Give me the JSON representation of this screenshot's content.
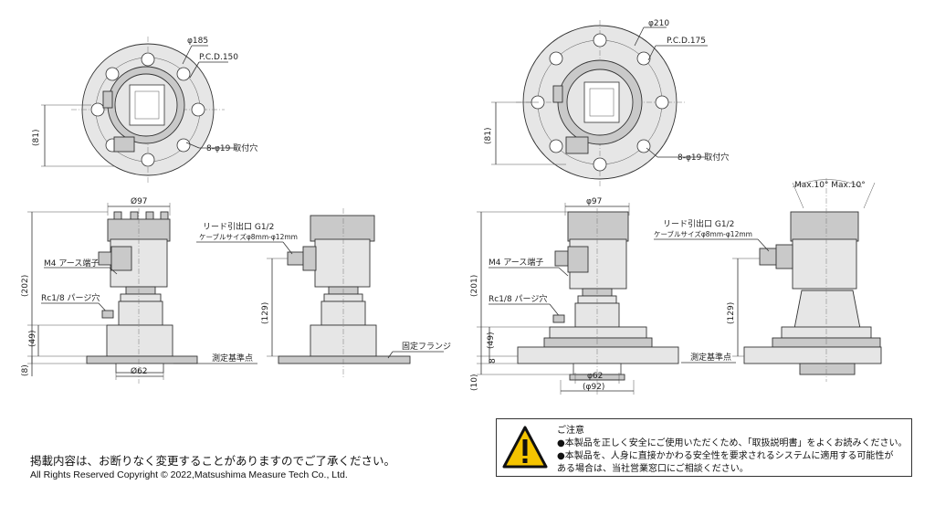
{
  "left_drawing": {
    "top_view": {
      "outer_diameter": "φ185",
      "pcd": "P.C.D.150",
      "offset": "(81)",
      "holes": "8-φ19 取付穴"
    },
    "front_view": {
      "width": "Ø97",
      "height_total": "(202)",
      "height_lower": "(49)",
      "height_flange": "(8)",
      "bottom_diameter": "Ø62",
      "earth_label": "M4 アース端子",
      "purge_label": "Rc1/8 パージ穴",
      "ref_point": "測定基準点"
    },
    "side_view": {
      "lead_label": "リード引出口 G1/2",
      "cable_label": "ケーブルサイズφ8mm-φ12mm",
      "height": "(129)",
      "flange_label": "固定フランジ"
    }
  },
  "right_drawing": {
    "top_view": {
      "outer_diameter": "φ210",
      "pcd": "P.C.D.175",
      "offset": "(81)",
      "holes": "8-φ19 取付穴"
    },
    "front_view": {
      "width": "φ97",
      "height_total": "(201)",
      "height_lower": "(49)",
      "height_flange": "8",
      "height_bottom": "(10)",
      "inner_diameter": "φ62",
      "outer_bottom_diameter": "(φ92)",
      "earth_label": "M4 アース端子",
      "purge_label": "Rc1/8 パージ穴",
      "ref_point": "測定基準点"
    },
    "side_view": {
      "tilt_label": "Max.10° Max.10°",
      "lead_label": "リード引出口 G1/2",
      "cable_label": "ケーブルサイズφ8mm-φ12mm",
      "height": "(129)"
    }
  },
  "notice": {
    "title": "ご注意",
    "line1": "●本製品を正しく安全にご使用いただくため、「取扱説明書」をよくお読みください。",
    "line2": "●本製品を、人身に直接かかわる安全性を要求されるシステムに適用する可能性が",
    "line3": "ある場合は、当社営業窓口にご相談ください。",
    "icon": "warning-triangle-icon",
    "icon_color": "#f5c400"
  },
  "footer": {
    "disclaimer": "掲載内容は、お断りなく変更することがありますのでご了承ください。",
    "copyright": "All Rights Reserved Copyright © 2022,Matsushima Measure Tech Co., Ltd."
  }
}
